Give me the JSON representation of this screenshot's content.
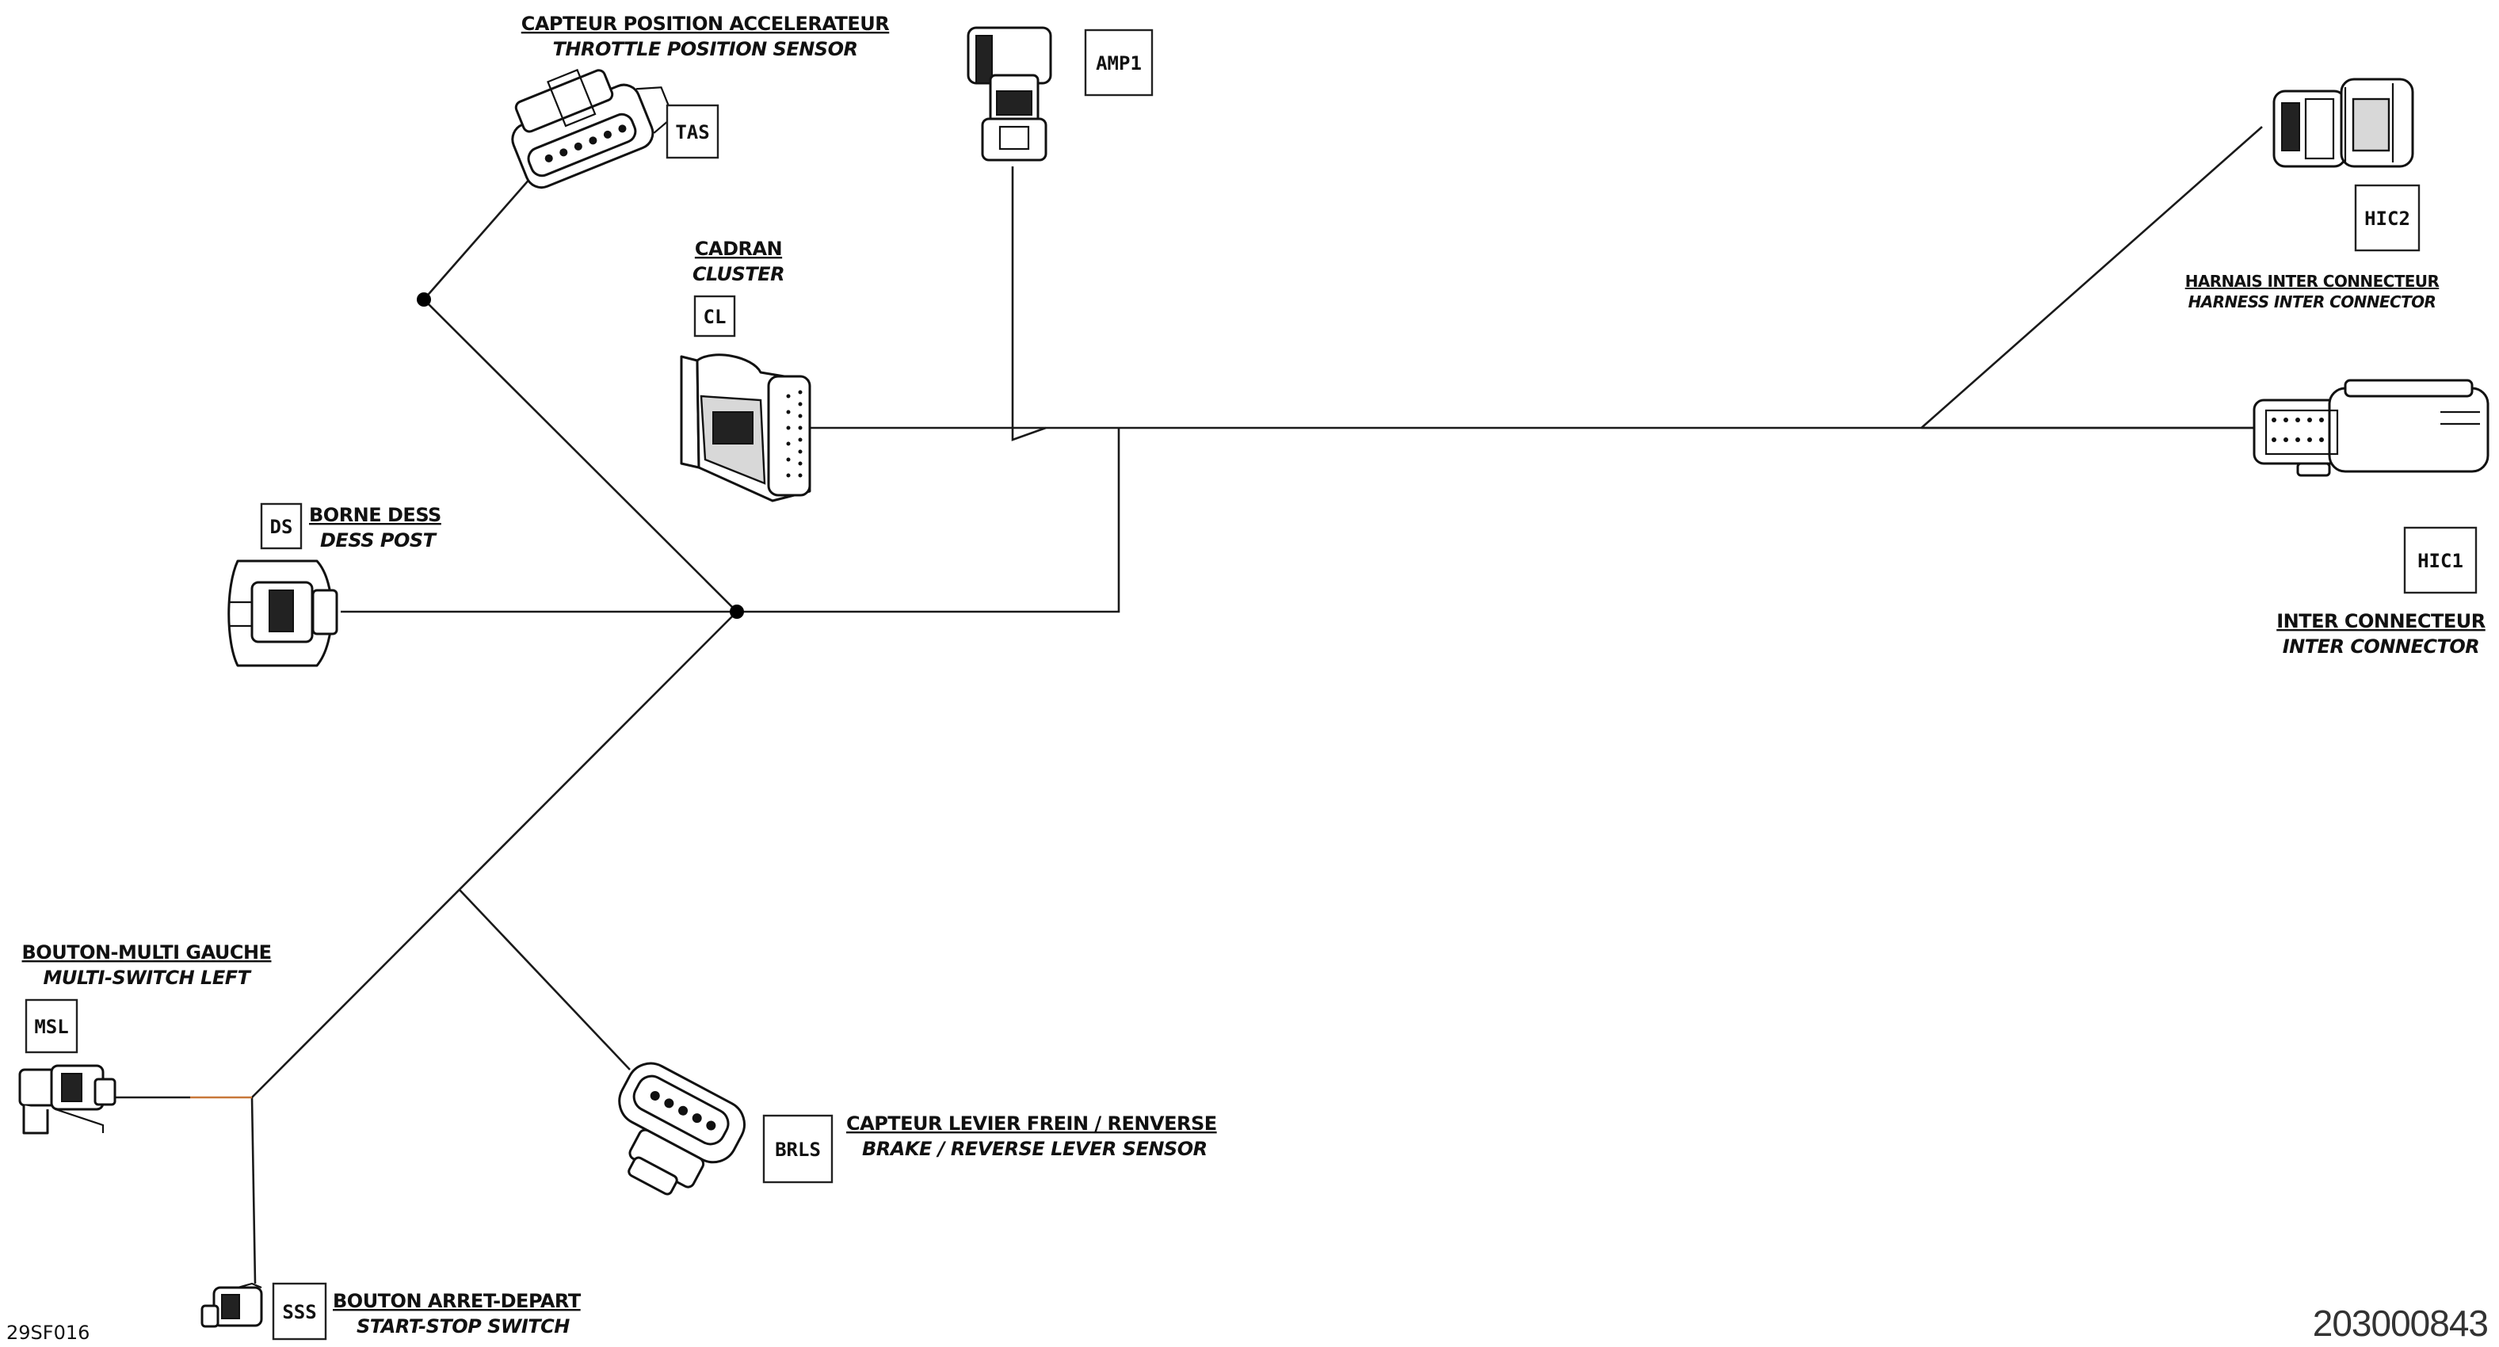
{
  "connectors": {
    "tas": {
      "code": "TAS",
      "label_fr": "CAPTEUR POSITION ACCELERATEUR",
      "label_en": "THROTTLE POSITION SENSOR"
    },
    "amp1": {
      "code": "AMP1"
    },
    "cl": {
      "code": "CL",
      "label_fr": "CADRAN",
      "label_en": "CLUSTER"
    },
    "ds": {
      "code": "DS",
      "label_fr": "BORNE DESS",
      "label_en": "DESS POST"
    },
    "hic2": {
      "code": "HIC2",
      "label_fr": "HARNAIS INTER CONNECTEUR",
      "label_en": "HARNESS INTER CONNECTOR"
    },
    "hic1": {
      "code": "HIC1",
      "label_fr": "INTER CONNECTEUR",
      "label_en": "INTER CONNECTOR"
    },
    "msl": {
      "code": "MSL",
      "label_fr": "BOUTON-MULTI GAUCHE",
      "label_en": "MULTI-SWITCH LEFT"
    },
    "brls": {
      "code": "BRLS",
      "label_fr": "CAPTEUR LEVIER FREIN / RENVERSE",
      "label_en": "BRAKE / REVERSE LEVER SENSOR"
    },
    "sss": {
      "code": "SSS",
      "label_fr": "BOUTON ARRET-DEPART",
      "label_en": "START-STOP SWITCH"
    }
  },
  "footer": {
    "reference": "29SF016",
    "part_number": "203000843"
  }
}
